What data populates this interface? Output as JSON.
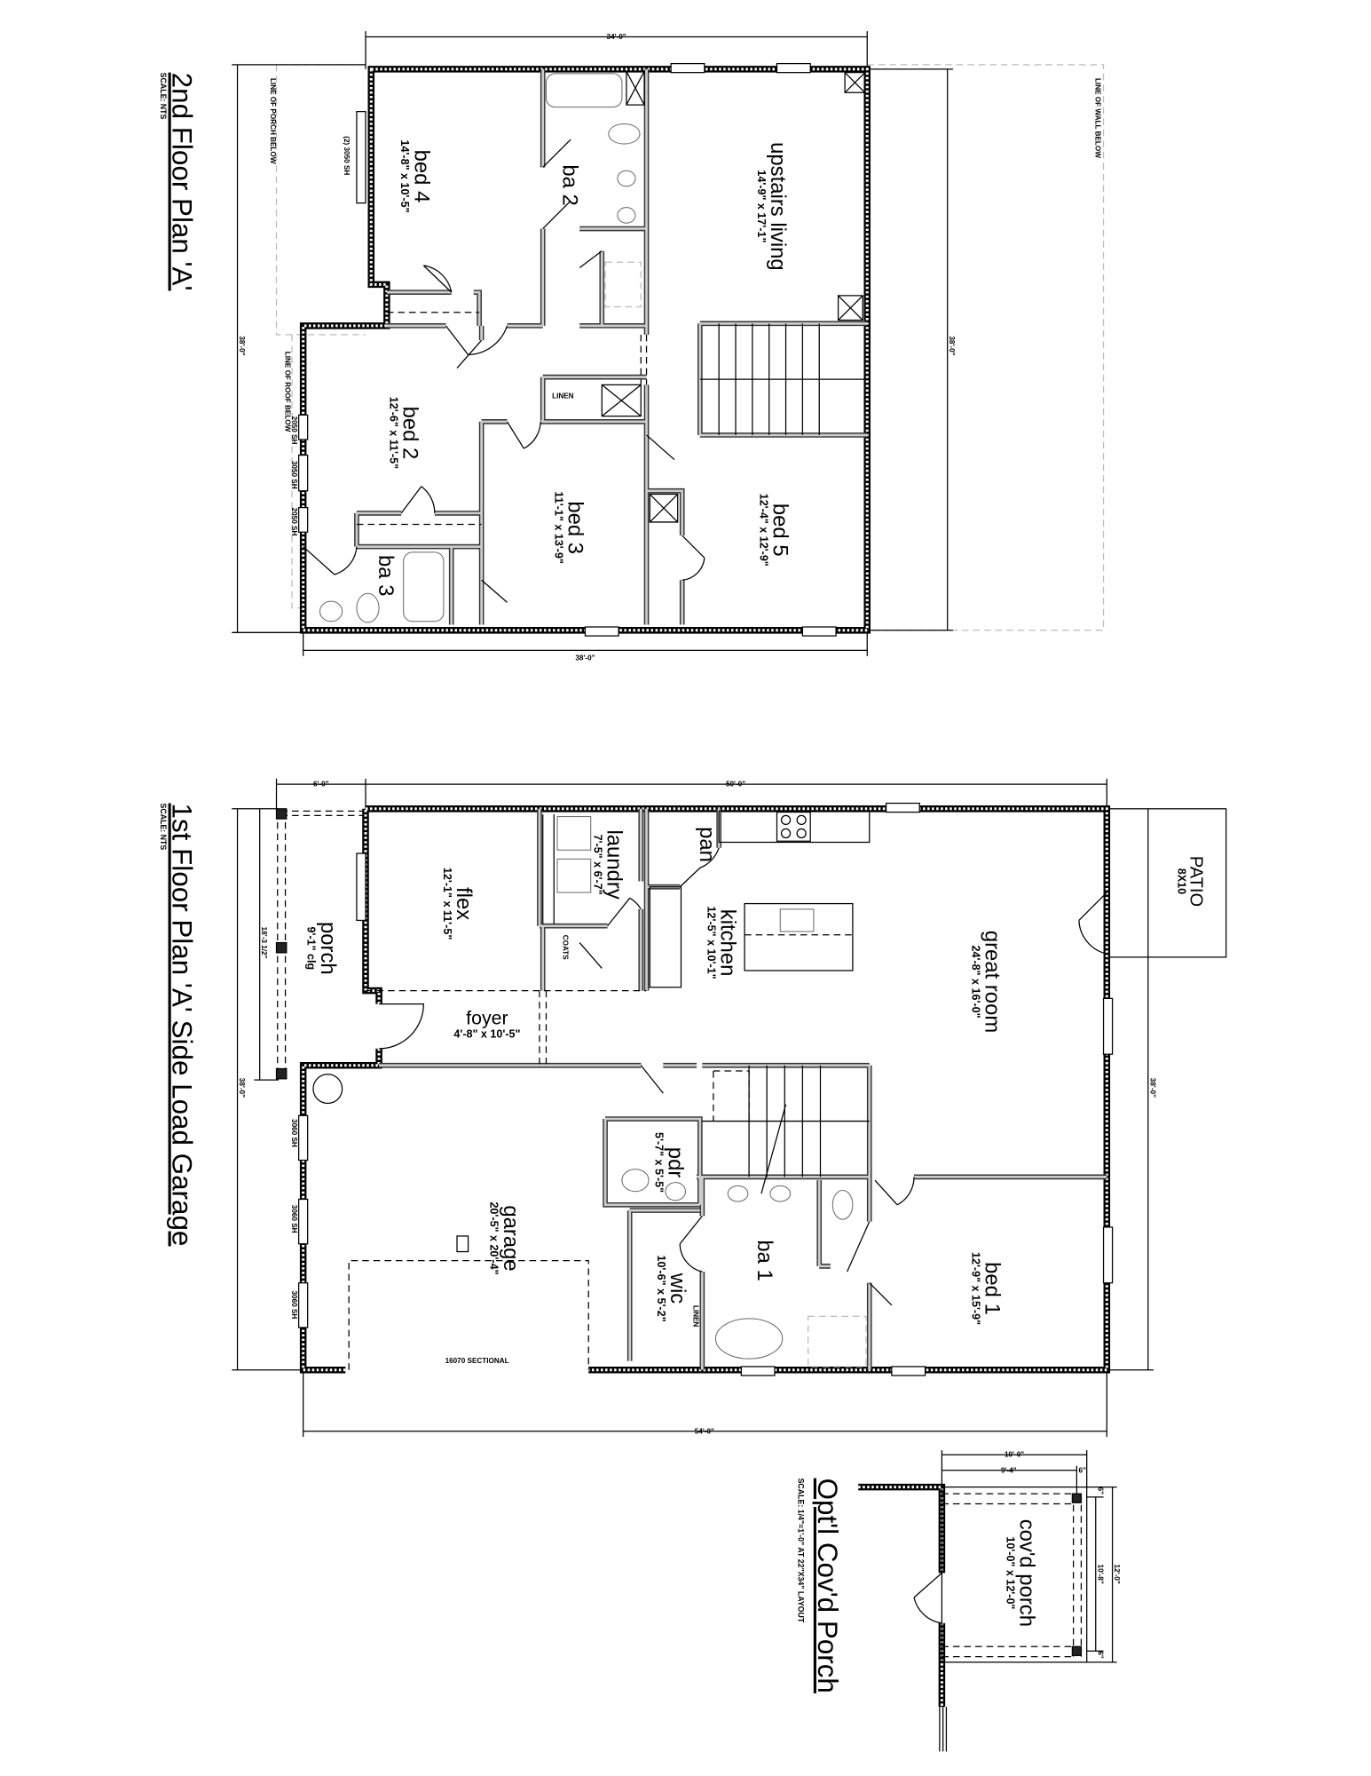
{
  "second_floor": {
    "title": "2nd Floor Plan 'A'",
    "scale": "SCALE: NTS",
    "notes": {
      "porch_below": "LINE OF PORCH BELOW",
      "roof_below": "LINE OF ROOF BELOW",
      "wall_below": "LINE OF WALL BELOW"
    },
    "dimensions": {
      "top": "34'-0\"",
      "left": "38'-0\"",
      "right": "38'-0\"",
      "bottom": "38'-0\""
    },
    "rooms": [
      {
        "name": "bed 4",
        "size": "14'-8\" x 10'-5\""
      },
      {
        "name": "ba 2",
        "size": ""
      },
      {
        "name": "upstairs living",
        "size": "14'-9\" x 17'-1\""
      },
      {
        "name": "bed 2",
        "size": "12'-6\" x 11'-5\""
      },
      {
        "name": "bed 3",
        "size": "11'-1\" x 13'-9\""
      },
      {
        "name": "bed 5",
        "size": "12'-4\" x 12'-9\""
      },
      {
        "name": "ba 3",
        "size": ""
      }
    ],
    "linen": "LINEN",
    "windows": [
      "(2) 3050 SH",
      "2050 SH",
      "3050 SH",
      "2050 SH"
    ]
  },
  "first_floor": {
    "title": "1st Floor Plan 'A' Side Load Garage",
    "scale": "SCALE: NTS",
    "dimensions": {
      "top_porch": "6'-0\"",
      "top": "50'-0\"",
      "left": "38'-0\"",
      "porch_depth": "18'-3 1/2\"",
      "right": "38'-0\"",
      "bottom": "54'-0\""
    },
    "rooms": [
      {
        "name": "porch",
        "size": "9'-1\" clg"
      },
      {
        "name": "flex",
        "size": "12'-1\" x 11'-5\""
      },
      {
        "name": "laundry",
        "size": "7'-5\" x 6'-7\""
      },
      {
        "name": "pan",
        "size": ""
      },
      {
        "name": "kitchen",
        "size": "12'-5\" x 10'-1\""
      },
      {
        "name": "great room",
        "size": "24'-8\" x 16'-0\""
      },
      {
        "name": "foyer",
        "size": "4'-8\" x 10'-5\""
      },
      {
        "name": "garage",
        "size": "20'-5\" x 20'-4\""
      },
      {
        "name": "pdr",
        "size": "5'-7\" x 5'-5\""
      },
      {
        "name": "ba 1",
        "size": ""
      },
      {
        "name": "wic",
        "size": "10'-6\" x 5'-2\""
      },
      {
        "name": "bed 1",
        "size": "12'-9\" x 15'-9\""
      }
    ],
    "coats": "COATS",
    "linen": "LINEN",
    "garage_door": "16070 SECTIONAL",
    "windows": [
      "3060 SH",
      "3060 SH",
      "3060 SH"
    ],
    "patio": {
      "name": "PATIO",
      "size": "8X10"
    }
  },
  "covered_porch": {
    "title": "Opt'l Cov'd Porch",
    "scale": "SCALE: 1/4\"=1'-0\" AT 22\"X34\" LAYOUT",
    "room": {
      "name": "cov'd porch",
      "size": "10'-0\" x 12'-0\""
    },
    "dimensions": {
      "overall_width": "10'-0\"",
      "inner_width": "9'-4\"",
      "post": "6\"",
      "inner_length": "10'-8\"",
      "overall_length": "12'-0\"",
      "end_top": "6\"",
      "end_bottom": "6\""
    }
  }
}
